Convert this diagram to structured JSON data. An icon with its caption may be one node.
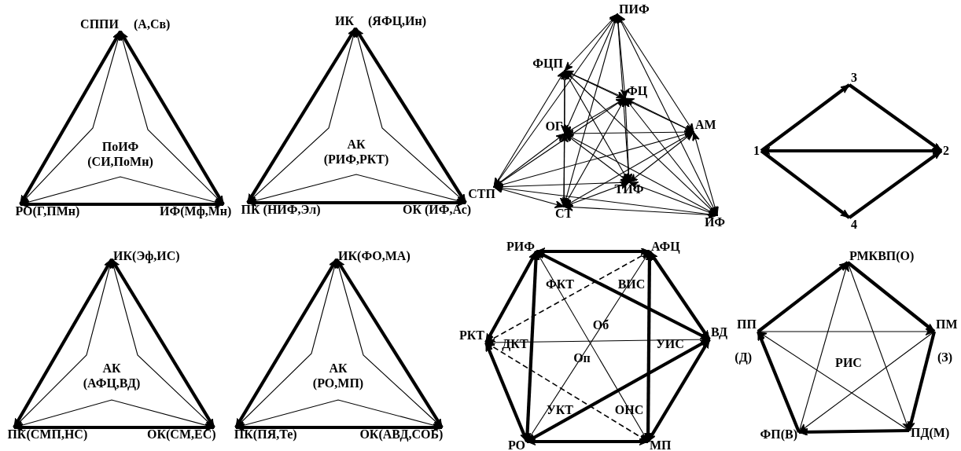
{
  "diagram": {
    "nodes": [
      {
        "text": [
          "СППИ"
        ],
        "beside": [
          "(А,Св)"
        ]
      },
      {
        "text": [
          "РО(Г,ПМн)"
        ]
      },
      {
        "text": [
          "ИФ(Мф,Мн)"
        ]
      },
      {
        "text": [
          "ИК"
        ],
        "beside": [
          "(ЯФЦ,Ин)"
        ]
      },
      {
        "text": [
          "ПК (НИФ,Эл)"
        ]
      },
      {
        "text": [
          "ОК (ИФ,Ас)"
        ]
      },
      {
        "text": [
          "ПИФ"
        ]
      },
      {
        "text": [
          "ФЦП"
        ]
      },
      {
        "text": [
          "ФЦ"
        ]
      },
      {
        "text": [
          "АМ"
        ]
      },
      {
        "text": [
          "ОГ"
        ]
      },
      {
        "text": [
          "ТИФ"
        ]
      },
      {
        "text": [
          "СТП"
        ]
      },
      {
        "text": [
          "СТ"
        ]
      },
      {
        "text": [
          "ИФ"
        ]
      },
      {
        "text": [
          "3"
        ]
      },
      {
        "text": [
          "1"
        ]
      },
      {
        "text": [
          "2"
        ]
      },
      {
        "text": [
          "4"
        ]
      },
      {
        "text": [
          "ИК(Эф,ИС)"
        ]
      },
      {
        "text": [
          "ПК(СМП,НС)"
        ]
      },
      {
        "text": [
          "ОК(СМ,ЕС)"
        ]
      },
      {
        "text": [
          "ИК(ФО,МА)"
        ]
      },
      {
        "text": [
          "ПК(ПЯ,Те)"
        ]
      },
      {
        "text": [
          "ОК(АВД,СОБ)"
        ]
      },
      {
        "text": [
          "РИФ"
        ]
      },
      {
        "text": [
          "АФЦ"
        ]
      },
      {
        "text": [
          "РКТ"
        ]
      },
      {
        "text": [
          "ВД"
        ]
      },
      {
        "text": [
          "РО"
        ]
      },
      {
        "text": [
          "МП"
        ]
      },
      {
        "text": [
          "РМКВП(О)"
        ]
      },
      {
        "text": [
          "ПП"
        ],
        "beside": [
          "(Д)"
        ]
      },
      {
        "text": [
          "ПМ"
        ],
        "beside": [
          "(З)"
        ]
      },
      {
        "text": [
          "ФП(В)"
        ]
      },
      {
        "text": [
          "ПД(М)"
        ]
      }
    ],
    "edges": [
      {
        "from": 0,
        "to": 1,
        "arrow": "both",
        "style": "thick"
      },
      {
        "from": 0,
        "to": 2,
        "arrow": "both",
        "style": "thick"
      },
      {
        "from": 1,
        "to": 2,
        "arrow": "both",
        "style": "thick"
      },
      {
        "from": 0,
        "to": 1,
        "arrow": "both"
      },
      {
        "from": 0,
        "to": 2,
        "arrow": "both"
      },
      {
        "from": 1,
        "to": 2,
        "arrow": "both"
      },
      {
        "from": 3,
        "to": 4,
        "arrow": "both",
        "style": "thick"
      },
      {
        "from": 3,
        "to": 5,
        "arrow": "both",
        "style": "thick"
      },
      {
        "from": 4,
        "to": 5,
        "arrow": "both",
        "style": "thick"
      },
      {
        "from": 3,
        "to": 4,
        "arrow": "both"
      },
      {
        "from": 3,
        "to": 5,
        "arrow": "both"
      },
      {
        "from": 4,
        "to": 5,
        "arrow": "both"
      },
      {
        "from": 6,
        "to": 7,
        "arrow": "both"
      },
      {
        "from": 6,
        "to": 8,
        "arrow": "both"
      },
      {
        "from": 6,
        "to": 9,
        "arrow": "both"
      },
      {
        "from": 6,
        "to": 10,
        "arrow": "both"
      },
      {
        "from": 6,
        "to": 11,
        "arrow": "both"
      },
      {
        "from": 6,
        "to": 12,
        "arrow": "both"
      },
      {
        "from": 6,
        "to": 13,
        "arrow": "both"
      },
      {
        "from": 6,
        "to": 14,
        "arrow": "both"
      },
      {
        "from": 7,
        "to": 8,
        "arrow": "both"
      },
      {
        "from": 7,
        "to": 9,
        "arrow": "both"
      },
      {
        "from": 7,
        "to": 10,
        "arrow": "both"
      },
      {
        "from": 7,
        "to": 11,
        "arrow": "both"
      },
      {
        "from": 7,
        "to": 12,
        "arrow": "both"
      },
      {
        "from": 7,
        "to": 13,
        "arrow": "both"
      },
      {
        "from": 7,
        "to": 14,
        "arrow": "both"
      },
      {
        "from": 8,
        "to": 9,
        "arrow": "both"
      },
      {
        "from": 8,
        "to": 10,
        "arrow": "both"
      },
      {
        "from": 8,
        "to": 11,
        "arrow": "both"
      },
      {
        "from": 8,
        "to": 12,
        "arrow": "both"
      },
      {
        "from": 8,
        "to": 13,
        "arrow": "both"
      },
      {
        "from": 8,
        "to": 14,
        "arrow": "both"
      },
      {
        "from": 9,
        "to": 10,
        "arrow": "both"
      },
      {
        "from": 9,
        "to": 11,
        "arrow": "both"
      },
      {
        "from": 9,
        "to": 12,
        "arrow": "both"
      },
      {
        "from": 9,
        "to": 13,
        "arrow": "both"
      },
      {
        "from": 9,
        "to": 14,
        "arrow": "both"
      },
      {
        "from": 10,
        "to": 11,
        "arrow": "both"
      },
      {
        "from": 10,
        "to": 12,
        "arrow": "both"
      },
      {
        "from": 10,
        "to": 13,
        "arrow": "both"
      },
      {
        "from": 10,
        "to": 14,
        "arrow": "both"
      },
      {
        "from": 11,
        "to": 12,
        "arrow": "both"
      },
      {
        "from": 11,
        "to": 13,
        "arrow": "both"
      },
      {
        "from": 11,
        "to": 14,
        "arrow": "both"
      },
      {
        "from": 12,
        "to": 13,
        "arrow": "both"
      },
      {
        "from": 12,
        "to": 14,
        "arrow": "both"
      },
      {
        "from": 13,
        "to": 14,
        "arrow": "both"
      },
      {
        "from": 16,
        "to": 15,
        "arrow": "to",
        "style": "thick"
      },
      {
        "from": 15,
        "to": 17,
        "arrow": "to",
        "style": "thick"
      },
      {
        "from": 16,
        "to": 17,
        "arrow": "both",
        "style": "thick"
      },
      {
        "from": 16,
        "to": 18,
        "arrow": "to",
        "style": "thick"
      },
      {
        "from": 18,
        "to": 17,
        "arrow": "to",
        "style": "thick"
      },
      {
        "from": 19,
        "to": 20,
        "arrow": "both",
        "style": "thick"
      },
      {
        "from": 19,
        "to": 21,
        "arrow": "both",
        "style": "thick"
      },
      {
        "from": 20,
        "to": 21,
        "arrow": "both",
        "style": "thick"
      },
      {
        "from": 19,
        "to": 20,
        "arrow": "both"
      },
      {
        "from": 19,
        "to": 21,
        "arrow": "both"
      },
      {
        "from": 20,
        "to": 21,
        "arrow": "both"
      },
      {
        "from": 22,
        "to": 23,
        "arrow": "both",
        "style": "thick"
      },
      {
        "from": 22,
        "to": 24,
        "arrow": "both",
        "style": "thick"
      },
      {
        "from": 23,
        "to": 24,
        "arrow": "both",
        "style": "thick"
      },
      {
        "from": 22,
        "to": 23,
        "arrow": "both"
      },
      {
        "from": 22,
        "to": 24,
        "arrow": "both"
      },
      {
        "from": 23,
        "to": 24,
        "arrow": "both"
      },
      {
        "from": 25,
        "to": 26,
        "arrow": "both",
        "style": "thick"
      },
      {
        "from": 25,
        "to": 27,
        "arrow": "both",
        "style": "thick"
      },
      {
        "from": 25,
        "to": 28,
        "arrow": "both",
        "style": "thick"
      },
      {
        "from": 25,
        "to": 29,
        "arrow": "both",
        "style": "thick"
      },
      {
        "from": 25,
        "to": 30,
        "arrow": "both"
      },
      {
        "from": 26,
        "to": 27,
        "arrow": "both",
        "style": "dashed"
      },
      {
        "from": 26,
        "to": 28,
        "arrow": "both",
        "style": "thick"
      },
      {
        "from": 26,
        "to": 29,
        "arrow": "both"
      },
      {
        "from": 26,
        "to": 30,
        "arrow": "both",
        "style": "thick"
      },
      {
        "from": 27,
        "to": 28,
        "arrow": "both"
      },
      {
        "from": 27,
        "to": 29,
        "arrow": "both",
        "style": "thick"
      },
      {
        "from": 27,
        "to": 30,
        "arrow": "both",
        "style": "dashed"
      },
      {
        "from": 28,
        "to": 29,
        "arrow": "both",
        "style": "thick"
      },
      {
        "from": 28,
        "to": 30,
        "arrow": "both",
        "style": "thick"
      },
      {
        "from": 29,
        "to": 30,
        "arrow": "both",
        "style": "thick"
      },
      {
        "from": 32,
        "to": 31,
        "arrow": "to",
        "style": "thick"
      },
      {
        "from": 31,
        "to": 33,
        "arrow": "to",
        "style": "thick"
      },
      {
        "from": 33,
        "to": 35,
        "arrow": "to",
        "style": "thick"
      },
      {
        "from": 35,
        "to": 34,
        "arrow": "to",
        "style": "thick"
      },
      {
        "from": 34,
        "to": 32,
        "arrow": "to",
        "style": "thick"
      },
      {
        "from": 32,
        "to": 33,
        "arrow": "to"
      },
      {
        "from": 33,
        "to": 34,
        "arrow": "to"
      },
      {
        "from": 34,
        "to": 31,
        "arrow": "to"
      },
      {
        "from": 31,
        "to": 35,
        "arrow": "to"
      },
      {
        "from": 35,
        "to": 32,
        "arrow": "to"
      }
    ],
    "labels": [
      "ПоИФ (СИ,ПоМн)",
      "АК (РИФ,РКТ)",
      "АК (АФЦ,ВД)",
      "АК (РО,МП)",
      "ФКТ",
      "ВИС",
      "Об",
      "ДКТ",
      "УИС",
      "Оп",
      "УКТ",
      "ОНС",
      "РИС"
    ]
  }
}
